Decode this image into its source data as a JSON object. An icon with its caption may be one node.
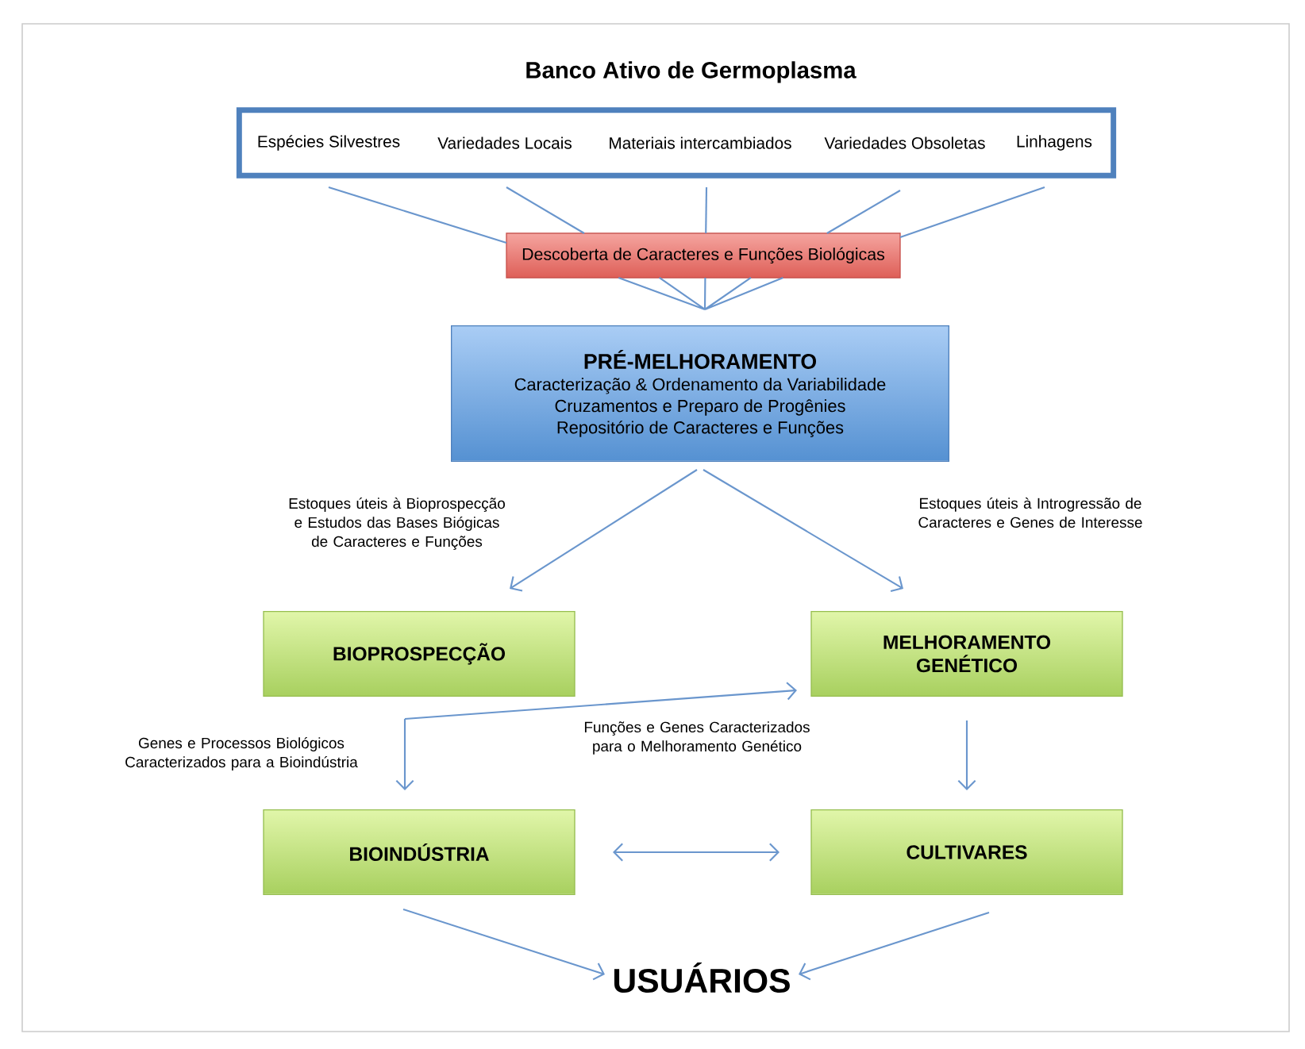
{
  "diagram": {
    "nodes": [
      {
        "text": [
          "Banco Ativo de Germoplasma"
        ]
      },
      {
        "text": [
          "Espécies Silvestres"
        ],
        "in": 0
      },
      {
        "text": [
          "Variedades Locais"
        ],
        "in": 0
      },
      {
        "text": [
          "Materiais intercambiados"
        ],
        "in": 0
      },
      {
        "text": [
          "Variedades Obsoletas"
        ],
        "in": 0
      },
      {
        "text": [
          "Linhagens"
        ],
        "in": 0
      },
      {
        "text": [
          "Descoberta de Caracteres e Funções Biológicas"
        ]
      },
      {
        "text": [
          "PRÉ-MELHORAMENTO",
          "Caracterização & Ordenamento da Variabilidade",
          "Cruzamentos e Preparo de Progênies",
          "Repositório de Caracteres e Funções"
        ]
      },
      {
        "text": [
          "BIOPROSPECÇÃO"
        ]
      },
      {
        "text": [
          "MELHORAMENTO GENÉTICO"
        ]
      },
      {
        "text": [
          "BIOINDÚSTRIA"
        ]
      },
      {
        "text": [
          "CULTIVARES"
        ]
      },
      {
        "text": [
          "USUÁRIOS"
        ]
      }
    ],
    "edges": [
      {
        "from": 1,
        "to": 6,
        "arrow": "none"
      },
      {
        "from": 2,
        "to": 6,
        "arrow": "none"
      },
      {
        "from": 3,
        "to": 6,
        "arrow": "none"
      },
      {
        "from": 4,
        "to": 6,
        "arrow": "none"
      },
      {
        "from": 5,
        "to": 6,
        "arrow": "none"
      },
      {
        "from": 6,
        "to": 7,
        "arrow": "none"
      },
      {
        "from": 7,
        "to": 8,
        "arrow": "to",
        "label": "Estoques úteis à Bioprospecção e Estudos das Bases Biógicas de Caracteres e Funções"
      },
      {
        "from": 7,
        "to": 9,
        "arrow": "to",
        "label": "Estoques úteis à Introgressão de Caracteres e Genes de Interesse"
      },
      {
        "from": null,
        "to": 9,
        "arrow": "to",
        "label": "Funções e Genes Caracterizados para o Melhoramento Genético"
      },
      {
        "from": null,
        "to": 10,
        "arrow": "to",
        "label": "Genes e Processos Biológicos Caracterizados para a Bioindústria"
      },
      {
        "from": 9,
        "to": 11,
        "arrow": "to"
      },
      {
        "from": 10,
        "to": 11,
        "arrow": "both"
      },
      {
        "from": 10,
        "to": 12,
        "arrow": "to"
      },
      {
        "from": 11,
        "to": 12,
        "arrow": "to"
      }
    ]
  }
}
